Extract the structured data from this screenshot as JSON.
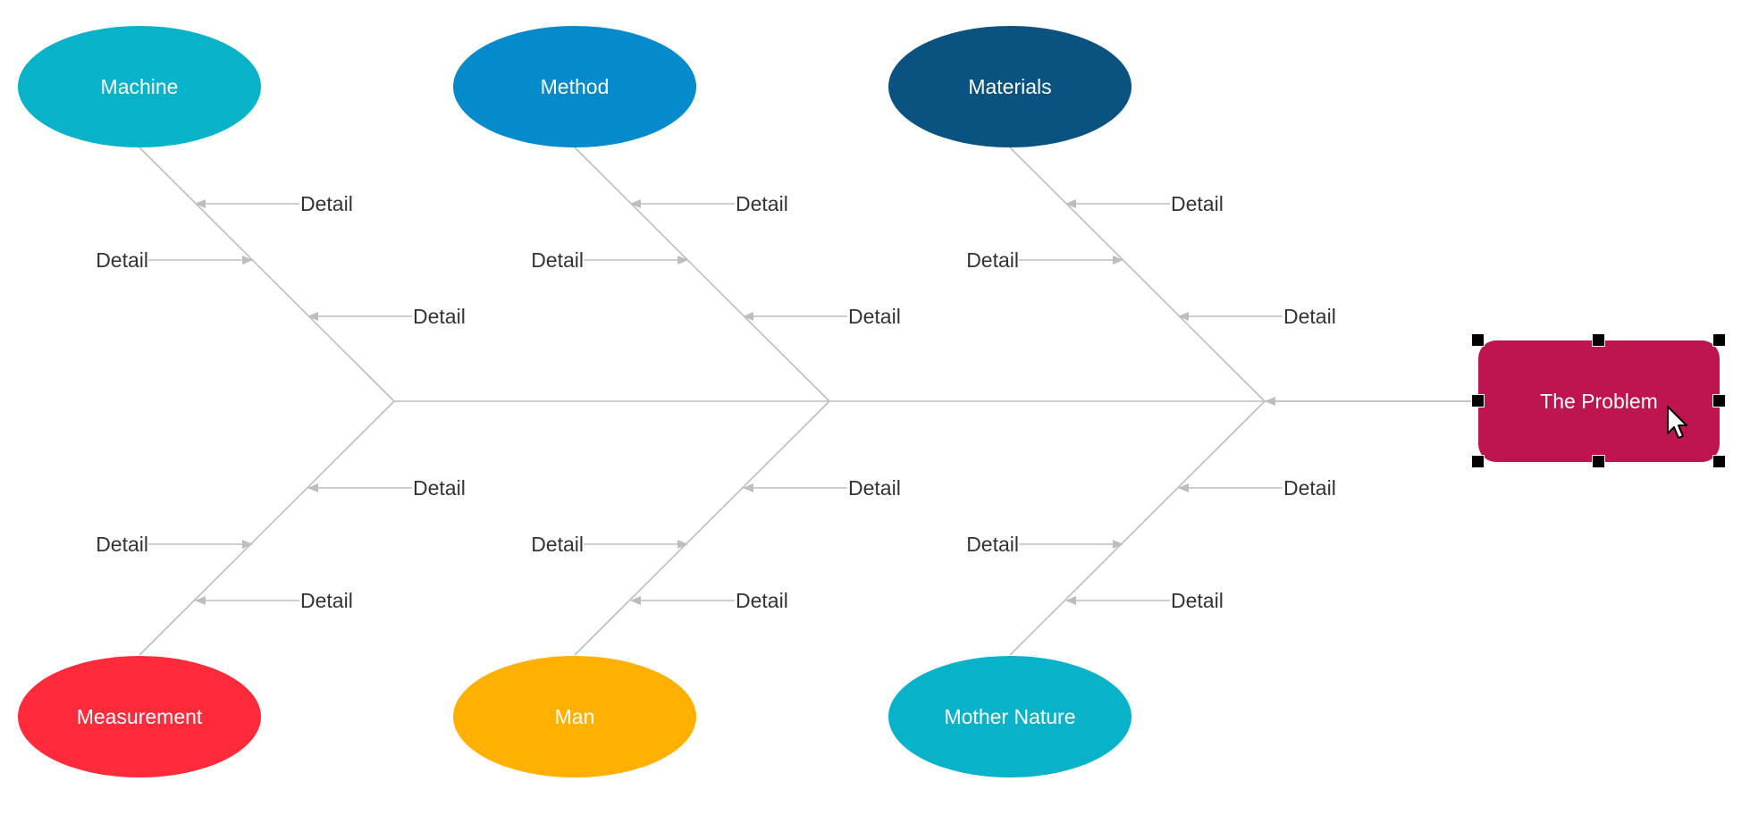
{
  "diagram": {
    "type": "fishbone",
    "problem": {
      "label": "The Problem",
      "color": "#BE1550"
    },
    "categories": [
      {
        "id": "machine",
        "label": "Machine",
        "color": "#08B2C8",
        "details": [
          "Detail",
          "Detail",
          "Detail"
        ]
      },
      {
        "id": "method",
        "label": "Method",
        "color": "#058BCB",
        "details": [
          "Detail",
          "Detail",
          "Detail"
        ]
      },
      {
        "id": "materials",
        "label": "Materials",
        "color": "#0A5280",
        "details": [
          "Detail",
          "Detail",
          "Detail"
        ]
      },
      {
        "id": "measurement",
        "label": "Measurement",
        "color": "#FF2A3A",
        "details": [
          "Detail",
          "Detail",
          "Detail"
        ]
      },
      {
        "id": "man",
        "label": "Man",
        "color": "#FFB001",
        "details": [
          "Detail",
          "Detail",
          "Detail"
        ]
      },
      {
        "id": "mother-nature",
        "label": "Mother Nature",
        "color": "#08B2C8",
        "details": [
          "Detail",
          "Detail",
          "Detail"
        ]
      }
    ],
    "line_color": "#BDBDBD",
    "selection": {
      "selected": "problem",
      "handle_color": "#000000"
    },
    "cursor": "arrow-cursor-icon"
  }
}
